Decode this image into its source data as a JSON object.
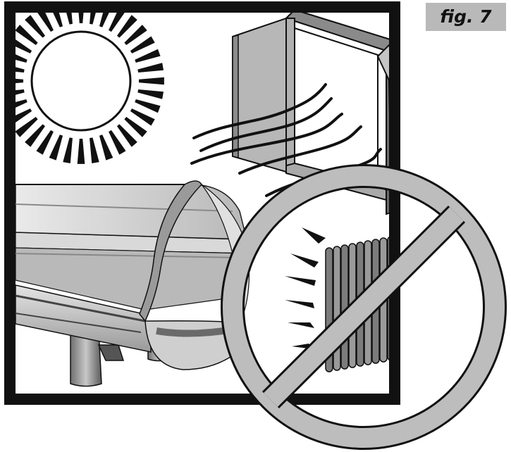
{
  "figure": {
    "label": "fig. 7",
    "label_background": "#b9b9b9",
    "frame_color": "#111111",
    "prohibition_color": "#bdbdbd",
    "line_color": "#111111",
    "elements": [
      "sun-icon",
      "open-door",
      "air-draft-lines",
      "refrigerated-display-case",
      "radiator",
      "heat-rays",
      "prohibition-sign"
    ]
  }
}
